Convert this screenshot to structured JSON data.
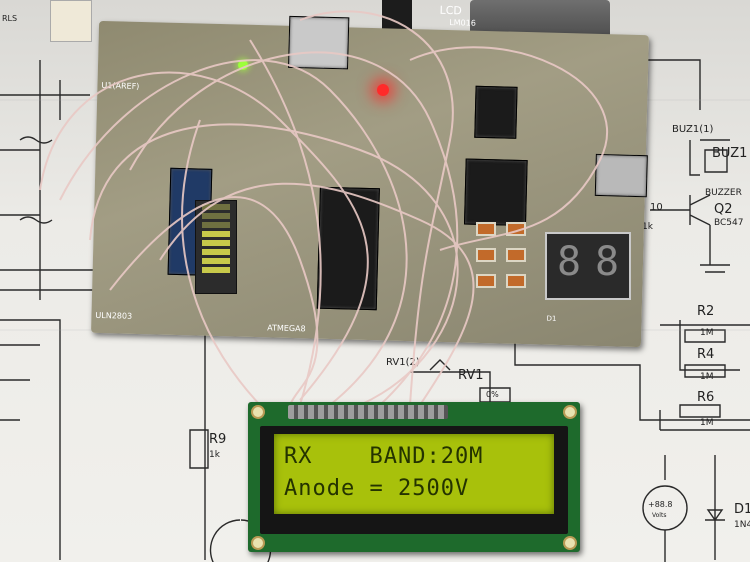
{
  "lcd": {
    "line1": "RX    BAND:20M",
    "line2": "Anode = 2500V"
  },
  "board_labels": {
    "lcd_label": "LCD",
    "lcd_part": "LM016",
    "ic_atmega": "ATMEGA8",
    "ic_uln": "ULN2803",
    "u1": "U1(AREF)",
    "rl": "RLS",
    "d1_board": "D1"
  },
  "schematic_labels": {
    "buz1_pin": "BUZ1(1)",
    "buz1": "BUZ1",
    "buzzer": "BUZZER",
    "q2": "Q2",
    "q2_part": "BC547",
    "r10": "10",
    "r10_val": "1k",
    "r2": "R2",
    "r2_val": "1M",
    "r4": "R4",
    "r4_val": "1M",
    "r6": "R6",
    "r6_val": "1M",
    "rv1_pin": "RV1(2)",
    "rv1": "RV1",
    "rv1_pct": "0%",
    "r9": "R9",
    "r9_val": "1k",
    "meter": "+88.8",
    "meter_unit": "Volts",
    "d1": "D1",
    "d1_part": "1N4"
  },
  "colors": {
    "lcd_backlight": "#a8c10b",
    "lcd_pcb": "#1e6a2c",
    "board": "#9b967c",
    "led_red": "#ff2a2a",
    "led_green": "#9cff3a"
  }
}
